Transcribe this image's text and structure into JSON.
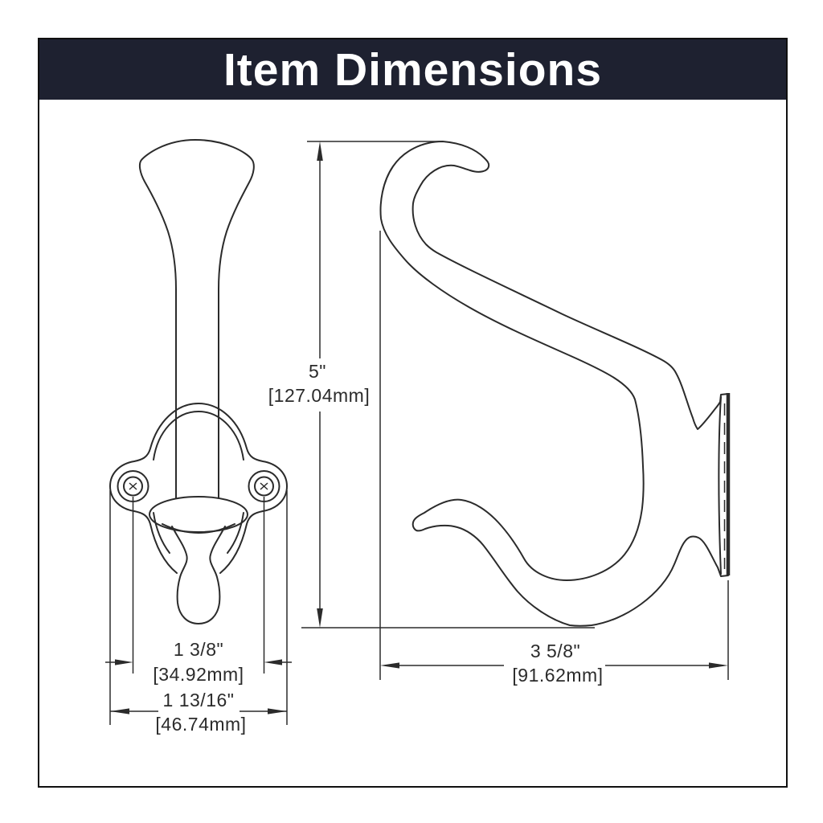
{
  "header": {
    "title": "Item Dimensions",
    "bg_color": "#1e2130",
    "text_color": "#ffffff"
  },
  "drawing": {
    "description": "Technical line drawing of a wall-mounted coat hook, front view and side view",
    "line_color": "#2b2b2b"
  },
  "dimensions": {
    "height": {
      "imperial": "5\"",
      "metric": "[127.04mm]"
    },
    "screw_spacing": {
      "imperial": "1 3/8\"",
      "metric": "[34.92mm]"
    },
    "base_width": {
      "imperial": "1 13/16\"",
      "metric": "[46.74mm]"
    },
    "projection": {
      "imperial": "3 5/8\"",
      "metric": "[91.62mm]"
    }
  }
}
